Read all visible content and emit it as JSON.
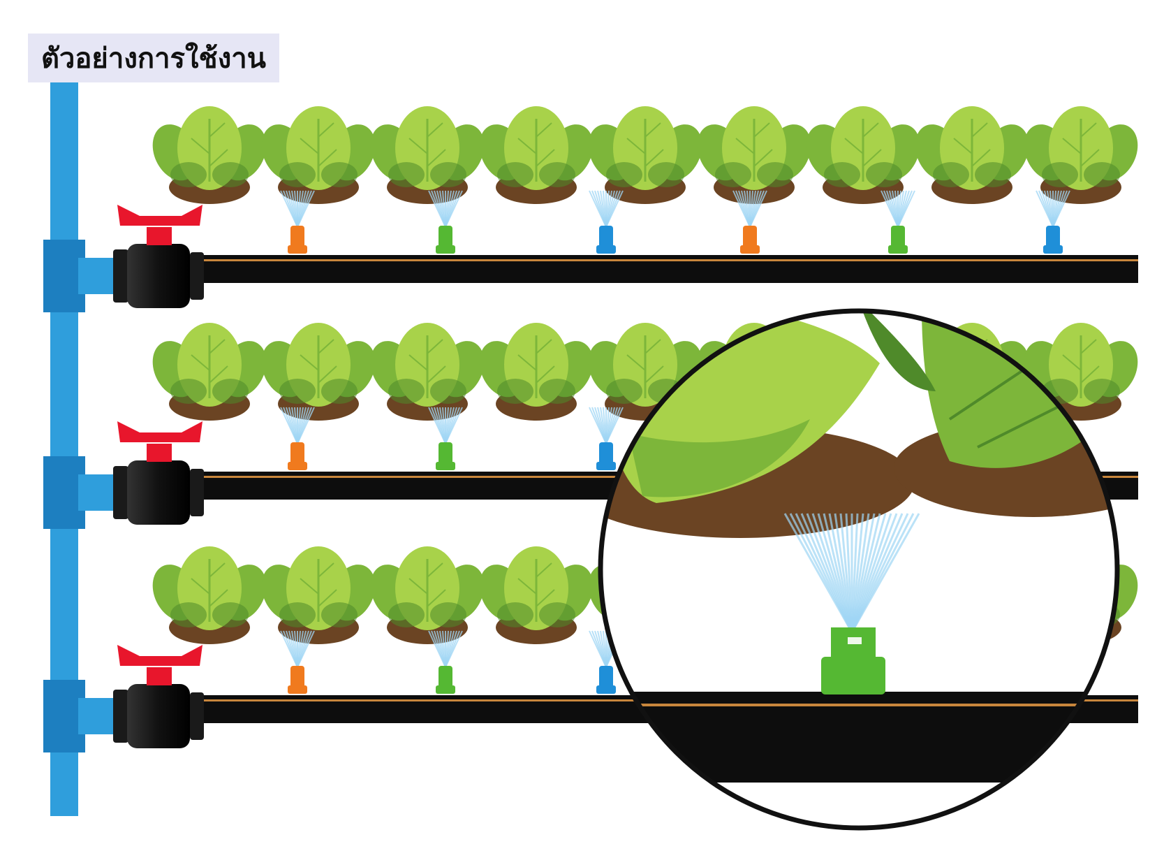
{
  "title": "ตัวอย่างการใช้งาน",
  "colors": {
    "main_pipe": "#2f9edc",
    "main_pipe_dark": "#1d7fc0",
    "valve_handle": "#e8162c",
    "valve_body": "#1a1a1a",
    "lateral_pipe": "#0d0d0d",
    "pipe_stripe": "#c8863c",
    "lettuce_light": "#a8d24a",
    "lettuce_mid": "#7db63a",
    "lettuce_dark": "#4f8a2a",
    "soil": "#6b4423",
    "spray": "#9fd6f5"
  },
  "rows": [
    {
      "id": "row-1",
      "sprinklers": [
        "orange",
        "green",
        "blue",
        "orange",
        "green",
        "blue"
      ]
    },
    {
      "id": "row-2",
      "sprinklers": [
        "orange",
        "green",
        "blue"
      ]
    },
    {
      "id": "row-3",
      "sprinklers": [
        "orange",
        "green",
        "blue"
      ]
    }
  ],
  "sprinkler_colors": {
    "orange": "#f07a1e",
    "green": "#55b833",
    "blue": "#1f8fd8"
  },
  "magnifier": {
    "sprinkler_color": "green"
  }
}
